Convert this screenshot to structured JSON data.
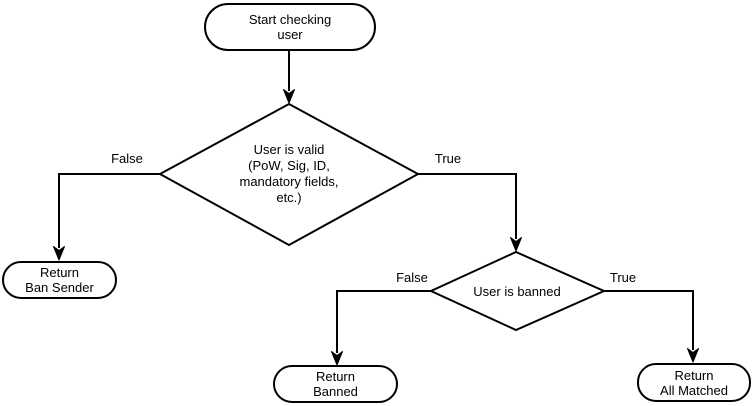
{
  "flowchart": {
    "nodes": {
      "start": {
        "label": "Start checking\nuser",
        "type": "terminator"
      },
      "user_valid": {
        "label": "User is valid\n(PoW, Sig, ID,\nmandatory fields,\netc.)",
        "type": "decision"
      },
      "return_ban_sender": {
        "label": "Return\nBan Sender",
        "type": "terminator"
      },
      "user_banned": {
        "label": "User is banned",
        "type": "decision"
      },
      "return_banned": {
        "label": "Return\nBanned",
        "type": "terminator"
      },
      "return_all_matched": {
        "label": "Return\nAll Matched",
        "type": "terminator"
      }
    },
    "edge_labels": {
      "user_valid_false": "False",
      "user_valid_true": "True",
      "user_banned_false": "False",
      "user_banned_true": "True"
    },
    "colors": {
      "stroke": "#000000",
      "shape_fill": "#ffffff",
      "text": "#000000",
      "background": "#ffffff"
    }
  }
}
